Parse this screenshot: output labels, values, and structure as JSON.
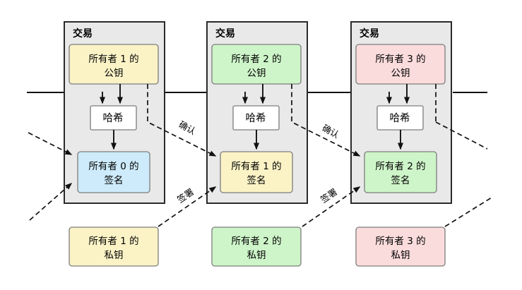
{
  "diagram": {
    "background": "#ffffff",
    "colors": {
      "transaction_fill": "#E9E9E9",
      "transaction_border": "#2A2A2A",
      "inner_border": "#7D7D7D",
      "hash_fill": "#FFFFFF",
      "owner0_blue": "#CDEBFA",
      "owner1_yellow": "#FBF3C6",
      "owner2_green": "#CEF5C9",
      "owner3_pink": "#FBDCDC",
      "line_color": "#111111"
    },
    "edge_labels": {
      "verify": "确认",
      "sign": "签署"
    },
    "transactions": [
      {
        "title": "交易",
        "public_key_line1": "所有者 1 的",
        "public_key_line2": "公钥",
        "hash_label": "哈希",
        "signature_line1": "所有者 0 的",
        "signature_line2": "签名",
        "private_key_line1": "所有者 1 的",
        "private_key_line2": "私钥",
        "pub_fill": "#FBF3C6",
        "sig_fill": "#CDEBFA",
        "priv_fill": "#FBF3C6"
      },
      {
        "title": "交易",
        "public_key_line1": "所有者 2 的",
        "public_key_line2": "公钥",
        "hash_label": "哈希",
        "signature_line1": "所有者 1 的",
        "signature_line2": "签名",
        "private_key_line1": "所有者 2 的",
        "private_key_line2": "私钥",
        "pub_fill": "#CEF5C9",
        "sig_fill": "#FBF3C6",
        "priv_fill": "#CEF5C9"
      },
      {
        "title": "交易",
        "public_key_line1": "所有者 3 的",
        "public_key_line2": "公钥",
        "hash_label": "哈希",
        "signature_line1": "所有者 2 的",
        "signature_line2": "签名",
        "private_key_line1": "所有者 3 的",
        "private_key_line2": "私钥",
        "pub_fill": "#FBDCDC",
        "sig_fill": "#CEF5C9",
        "priv_fill": "#FBDCDC"
      }
    ]
  }
}
